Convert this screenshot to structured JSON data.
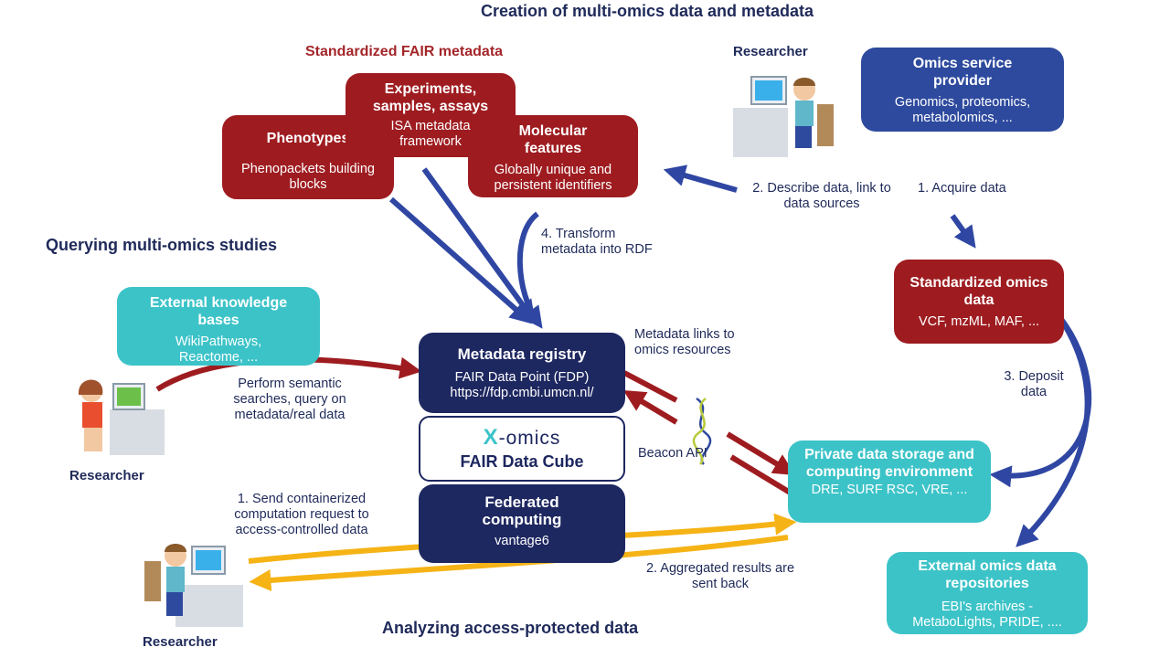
{
  "headings": {
    "creation": "Creation of multi-omics data and metadata",
    "fair_metadata": "Standardized FAIR metadata",
    "querying": "Querying multi-omics studies",
    "analyzing": "Analyzing access-protected data"
  },
  "researchers": {
    "top": "Researcher",
    "left": "Researcher",
    "bottom": "Researcher"
  },
  "boxes": {
    "phenotypes": {
      "title": "Phenotypes",
      "sub": "Phenopackets building blocks"
    },
    "experiments": {
      "title": "Experiments, samples, assays",
      "sub": "ISA metadata framework"
    },
    "molecular": {
      "title": "Molecular features",
      "sub": "Globally unique and persistent identifiers"
    },
    "omics_service": {
      "title": "Omics service provider",
      "sub": "Genomics, proteomics, metabolomics, ..."
    },
    "standardized_omics": {
      "title": "Standardized omics data",
      "sub": "VCF, mzML, MAF, ..."
    },
    "external_kb": {
      "title": "External knowledge bases",
      "sub": "WikiPathways, Reactome, ..."
    },
    "metadata_registry": {
      "title": "Metadata registry",
      "sub": "FAIR Data Point (FDP)",
      "url": "https://fdp.cmbi.umcn.nl/"
    },
    "xomics": {
      "logo_x": "X",
      "logo_rest": "-omics",
      "title": "FAIR Data Cube"
    },
    "federated": {
      "title": "Federated computing",
      "sub": "vantage6"
    },
    "private_storage": {
      "title": "Private data storage and computing environment",
      "sub": "DRE, SURF RSC, VRE, ..."
    },
    "external_repos": {
      "title": "External omics data repositories",
      "sub": "EBI's archives - MetaboLights, PRIDE, ...."
    }
  },
  "notes": {
    "describe": "2. Describe data, link to data sources",
    "acquire": "1. Acquire data",
    "transform": "4. Transform metadata into RDF",
    "deposit": "3. Deposit data",
    "metadata_links": "Metadata links to omics resources",
    "semantic": "Perform semantic searches, query on metadata/real data",
    "beacon": "Beacon API",
    "send": "1. Send containerized computation request to access-controlled data",
    "aggregated": "2. Aggregated results are sent back"
  },
  "colors": {
    "navy": "#1d2760",
    "dark_red": "#9e1c20",
    "royal_blue": "#2e4a9e",
    "teal": "#3cc3c8",
    "arrow_blue": "#2f47a3",
    "arrow_red": "#9e1c20",
    "arrow_yellow": "#f5b316"
  }
}
